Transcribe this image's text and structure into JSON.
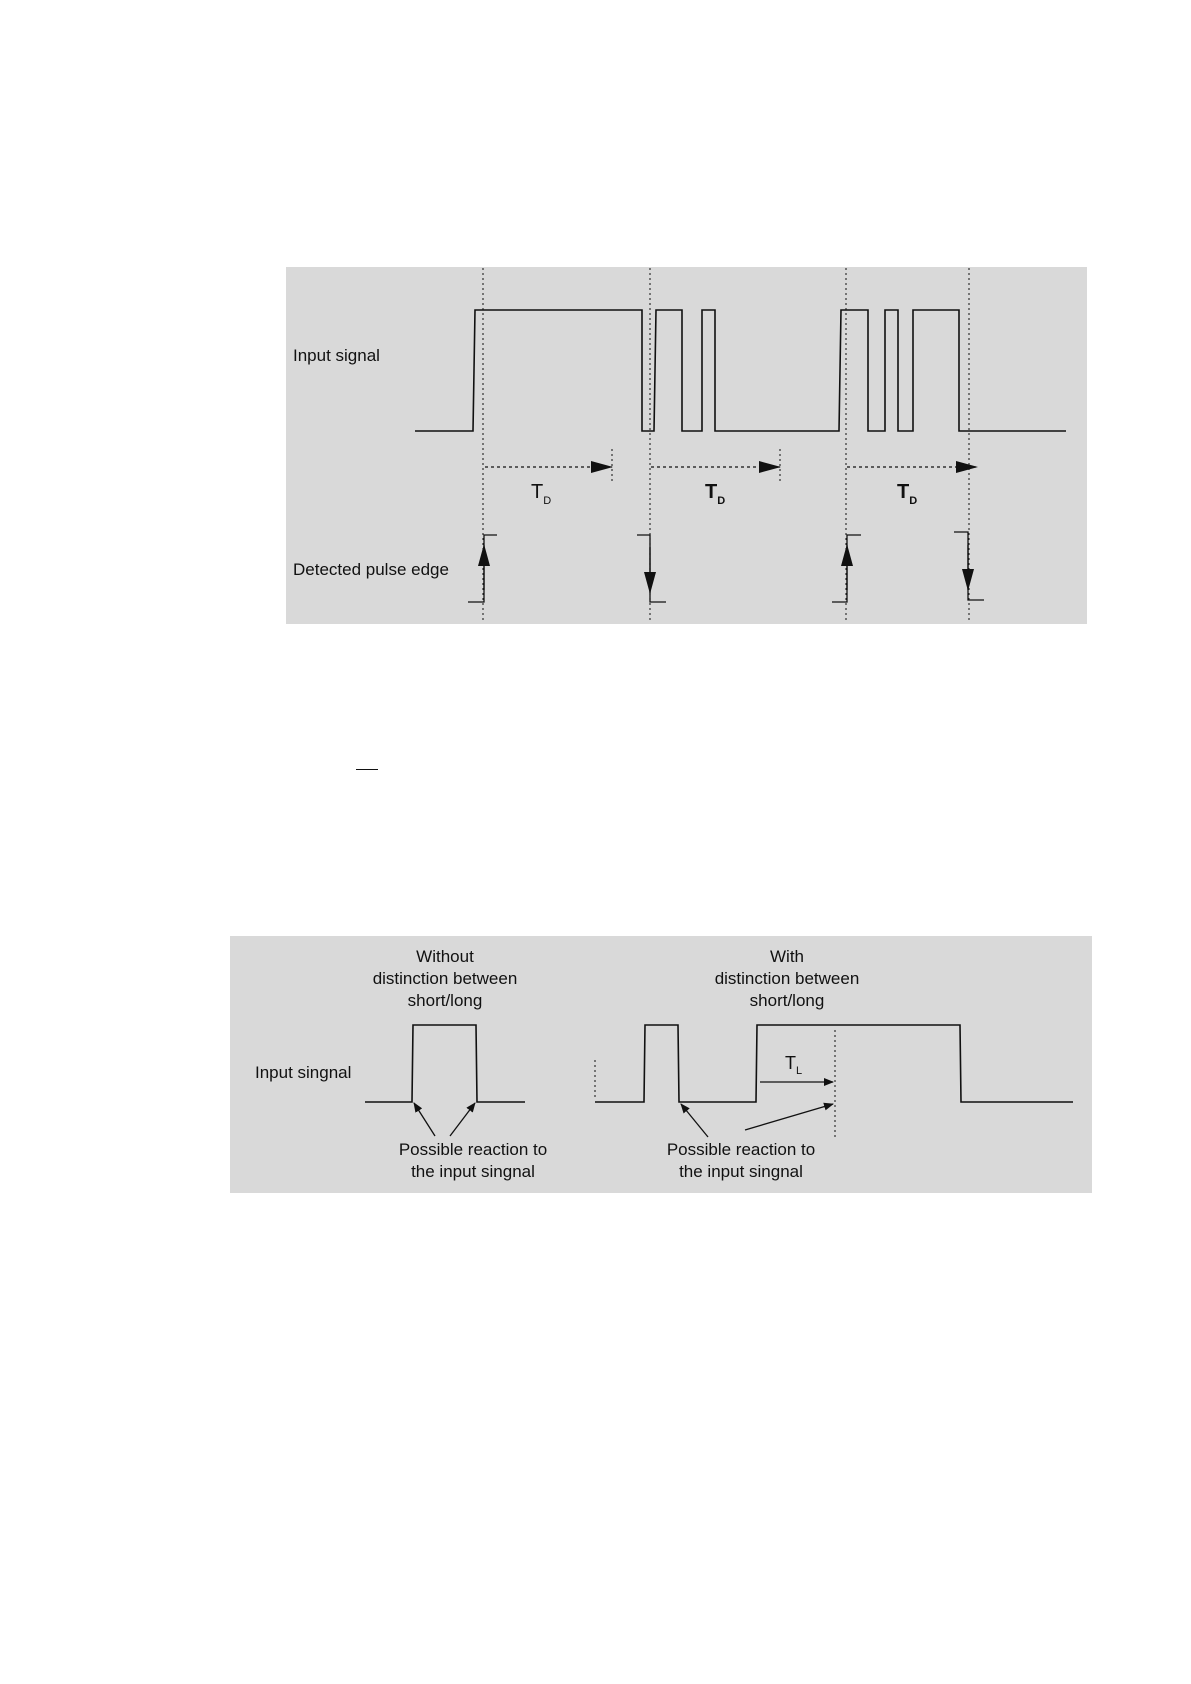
{
  "figure1": {
    "input_label": "Input signal",
    "edge_label": "Detected pulse edge",
    "td_main": "T",
    "td_sub": "D"
  },
  "figure2": {
    "input_label": "Input singnal",
    "without_line1": "Without",
    "without_line2": "distinction between",
    "without_line3": "short/long",
    "with_line1": "With",
    "with_line2": "distinction between",
    "with_line3": "short/long",
    "tl_main": "T",
    "tl_sub": "L",
    "reaction_line1": "Possible reaction to",
    "reaction_line2": "the input singnal"
  }
}
